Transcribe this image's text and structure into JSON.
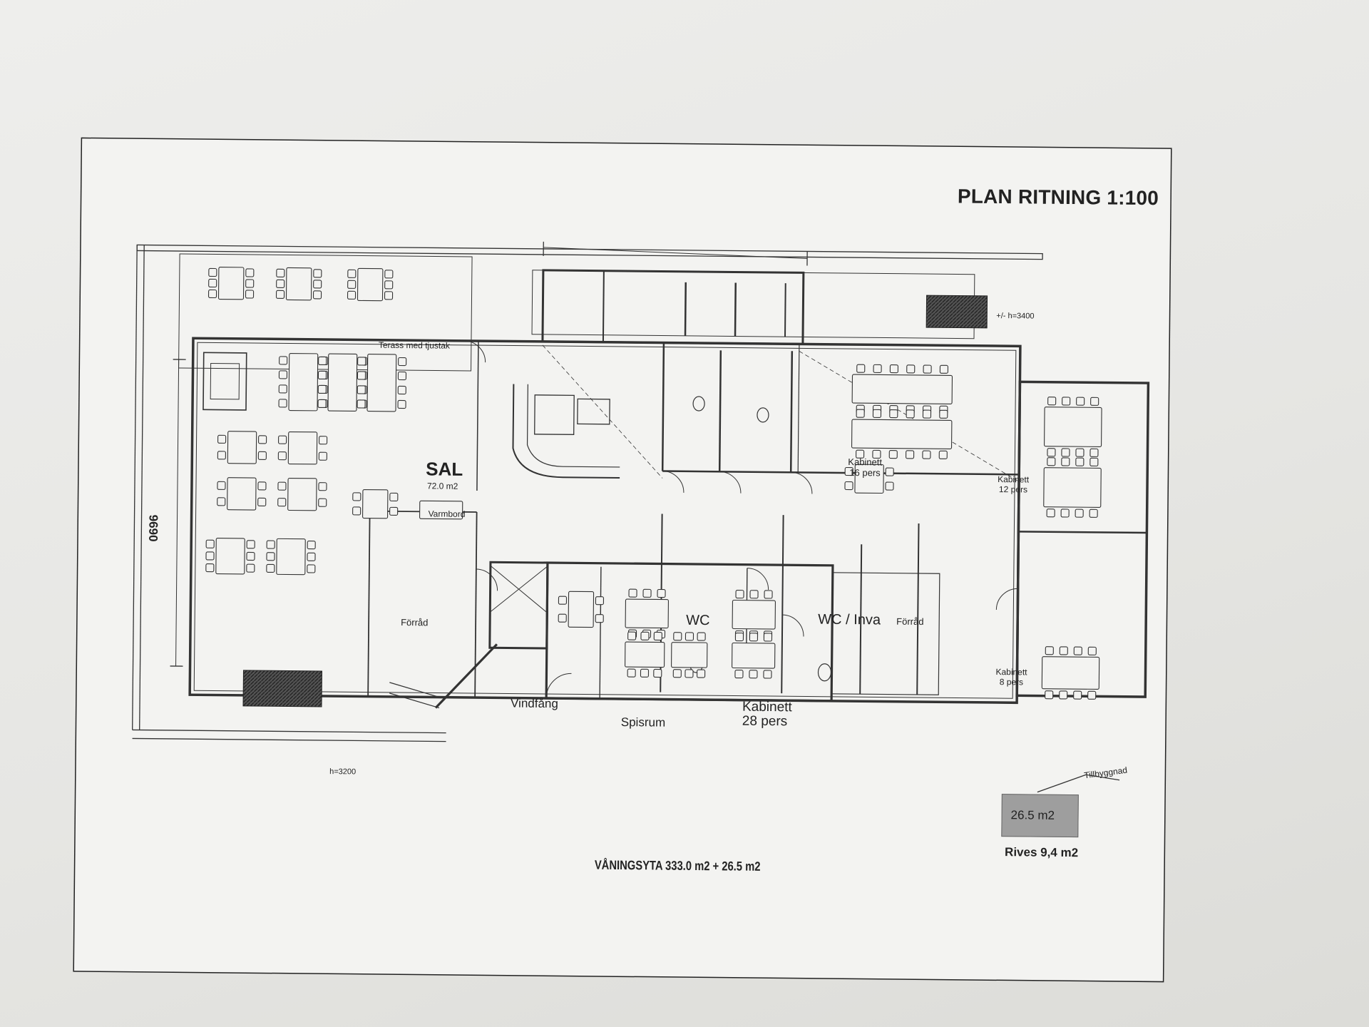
{
  "drawing": {
    "title": "PLAN RITNING  1:100",
    "floor_area": "VÅNINGSYTA  333.0 m2 + 26.5 m2",
    "dimension_side": "9690",
    "annex_label": "Tillbyggnad",
    "annex_area": "26.5 m2",
    "demolish_area": "Rives 9,4 m2",
    "terrace_height_right": "+/- h=3400",
    "terrace_height_left": "h=3200"
  },
  "rooms": {
    "sal": "SAL",
    "sal_area": "72.0 m2",
    "varmbord": "Varmbord",
    "terrace": "Terass med tjustak",
    "kabinett16_name": "Kabinett",
    "kabinett16_cap": "16 pers",
    "kabinett12_name": "Kabinett",
    "kabinett12_cap": "12 pers",
    "kabinett8_name": "Kabinett",
    "kabinett8_cap": "8 pers",
    "wc": "WC",
    "wc_inva": "WC / Inva",
    "forrad_1": "Förråd",
    "forrad_2": "Förråd",
    "vindfang": "Vindfång",
    "spisrum": "Spisrum",
    "kabinett28_name": "Kabinett",
    "kabinett28_cap": "28 pers"
  },
  "colors": {
    "ink": "#2a2a2a",
    "paper": "#f3f3f1",
    "hatch": "#3a3a3a",
    "annex_fill": "#9e9e9e"
  }
}
